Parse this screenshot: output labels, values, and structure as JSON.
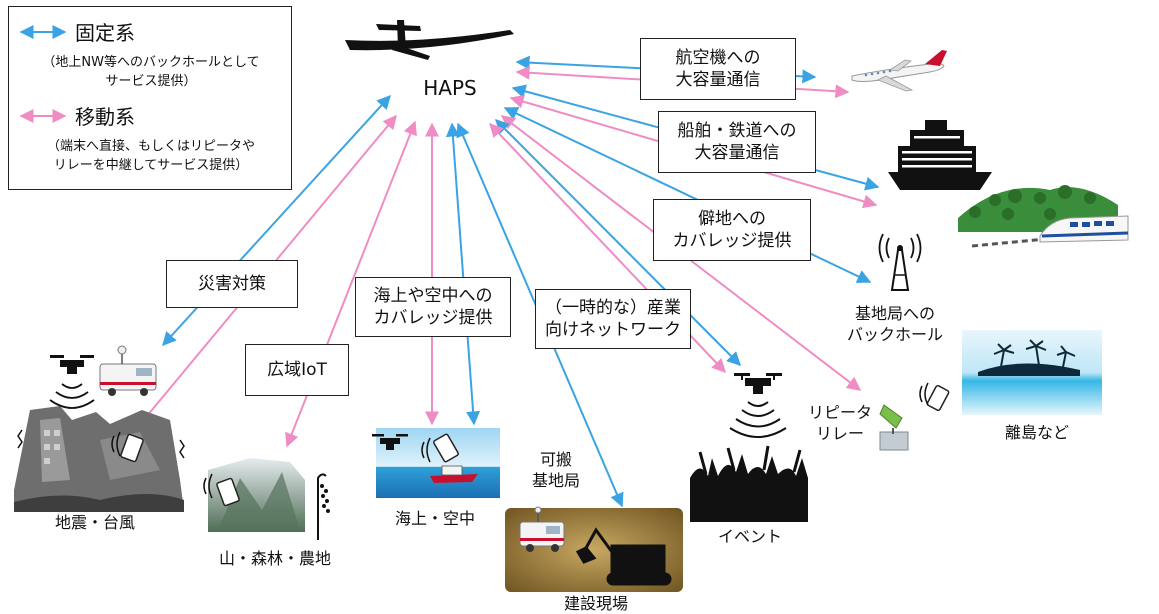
{
  "colors": {
    "fixed": "#3aa3e3",
    "mobile": "#f08cc4"
  },
  "legend": {
    "fixed_label": "固定系",
    "fixed_note": "（地上NW等へのバックホールとして\nサービス提供）",
    "mobile_label": "移動系",
    "mobile_note": "（端末へ直接、もしくはリピータや\nリレーを中継してサービス提供）"
  },
  "center": {
    "label": "HAPS"
  },
  "boxes": {
    "aircraft": "航空機への\n大容量通信",
    "ship_rail": "船舶・鉄道への\n大容量通信",
    "remote": "僻地への\nカバレッジ提供",
    "disaster": "災害対策",
    "sea_air": "海上や空中への\nカバレッジ提供",
    "wide_iot": "広域IoT",
    "industry": "（一時的な）産業\n向けネットワーク"
  },
  "labels": {
    "backhaul": "基地局への\nバックホール",
    "repeater": "リピータ\nリレー",
    "island": "離島など",
    "portable": "可搬\n基地局",
    "earthquake": "地震・台風",
    "mountain": "山・森林・農地",
    "sea": "海上・空中",
    "construction": "建設現場",
    "event": "イベント"
  },
  "icons": [
    "haps-aircraft-icon",
    "airplane-icon",
    "cruise-ship-icon",
    "bullet-train-icon",
    "cell-tower-icon",
    "island-icon",
    "drone-icon",
    "broadcast-van-icon",
    "smartphone-icon",
    "excavator-icon",
    "crowd-icon",
    "rice-plant-icon"
  ]
}
